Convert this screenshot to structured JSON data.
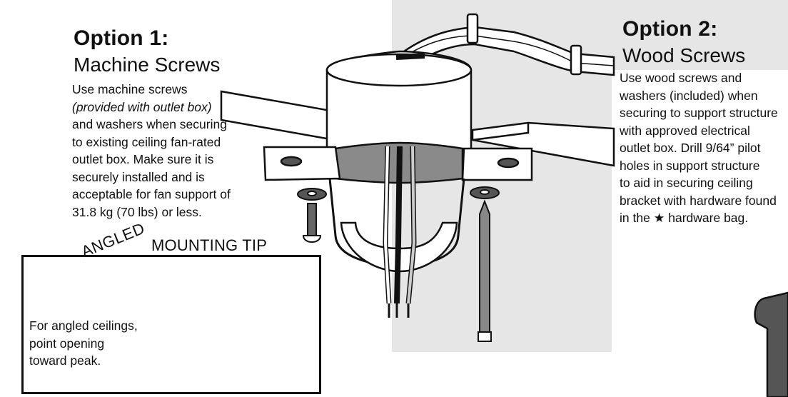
{
  "option1": {
    "heading": "Option 1:",
    "subheading": "Machine Screws",
    "line1": "Use machine screws",
    "line2": "(provided with outlet box)",
    "rest": "and washers when securing\nto existing ceiling fan-rated\noutlet box. Make sure it is\nsecurely installed and is\nacceptable for fan support of\n31.8 kg (70 lbs) or less."
  },
  "option2": {
    "heading": "Option 2:",
    "subheading": "Wood Screws",
    "text_part1": "Use wood screws and\nwashers (included) when\nsecuring to support structure\nwith approved electrical\noutlet box. Drill 9/64” pilot\nholes in support structure\nto aid in securing ceiling\nbracket with hardware found\nin the ",
    "star_glyph": "★",
    "text_part2": " hardware bag."
  },
  "tip": {
    "angled": "ANGLED",
    "mounting": "MOUNTING TIP",
    "text": "For angled ceilings,\npoint opening\ntoward peak."
  },
  "colors": {
    "panel_gray": "#e6e6e6",
    "box_band": "#8a8a8a",
    "ink": "#111111"
  }
}
